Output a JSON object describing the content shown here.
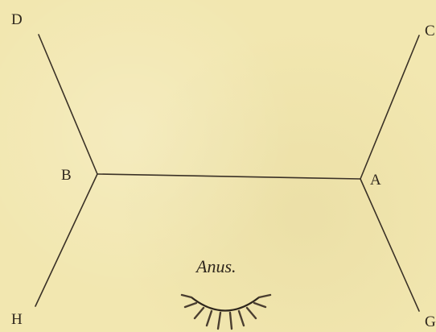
{
  "labels": {
    "D": "D",
    "C": "C",
    "B": "B",
    "A": "A",
    "H": "H",
    "G": "G"
  },
  "anus_label": "Anus."
}
